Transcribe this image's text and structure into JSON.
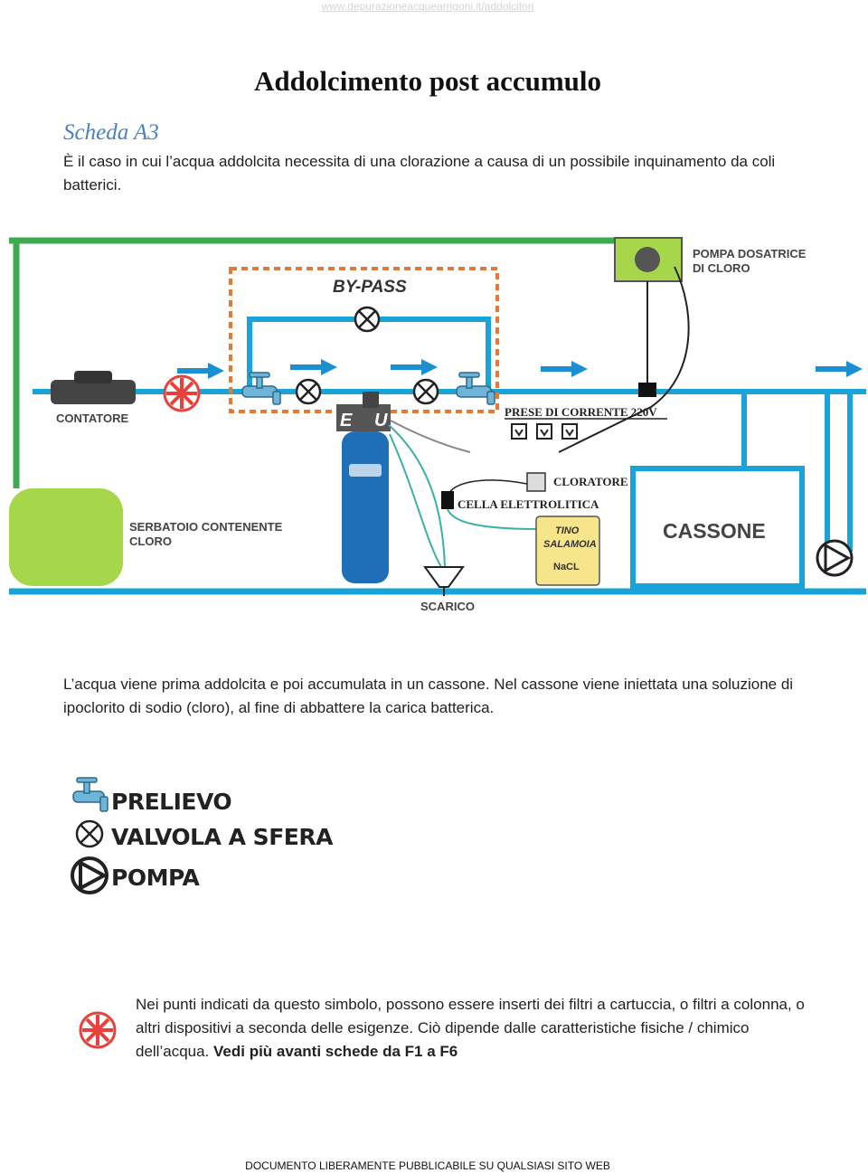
{
  "header": {
    "url": "www.depurazioneacquearrigoni.it/addolcitori"
  },
  "title": "Addolcimento post accumulo",
  "scheda": "Scheda A3",
  "intro": "È il caso in cui l’acqua addolcita necessita di una clorazione a causa di un possibile inquinamento da coli batterici.",
  "diagram": {
    "by_pass": "BY-PASS",
    "pompa_line1": "POMPA DOSATRICE",
    "pompa_line2": "DI CLORO",
    "contatore": "CONTATORE",
    "eu_e": "E",
    "eu_u": "U",
    "prese": "PRESE DI CORRENTE 220V",
    "cloratore": "CLORATORE",
    "cella": "CELLA ELETTROLITICA",
    "serbatoio_line1": "SERBATOIO CONTENENTE",
    "serbatoio_line2": "CLORO",
    "tino_line1": "TINO",
    "tino_line2": "SALAMOIA",
    "nacl": "NaCL",
    "cassone": "CASSONE",
    "scarico": "SCARICO",
    "colors": {
      "pipe_green": "#3daa50",
      "pipe_blue": "#19a3d8",
      "bypass": "#e07a3a",
      "tank_green": "#a6d64a",
      "filter_red": "#e8413c"
    }
  },
  "para2": "L’acqua viene prima addolcita e poi accumulata in un cassone. Nel cassone viene iniettata una soluzione di ipoclorito di sodio (cloro), al fine di abbattere la carica batterica.",
  "legend": {
    "prelievo": "PRELIEVO",
    "valvola": "VALVOLA A SFERA",
    "pompa": "POMPA"
  },
  "para3": {
    "text": "Nei punti indicati da questo simbolo, possono essere inserti dei filtri a cartuccia, o filtri a colonna, o altri dispositivi a seconda delle esigenze. Ciò dipende dalle caratteristiche fisiche / chimico dell’acqua. ",
    "bold": "Vedi più avanti schede da F1 a F6"
  },
  "footer": "DOCUMENTO LIBERAMENTE PUBBLICABILE SU QUALSIASI SITO WEB"
}
